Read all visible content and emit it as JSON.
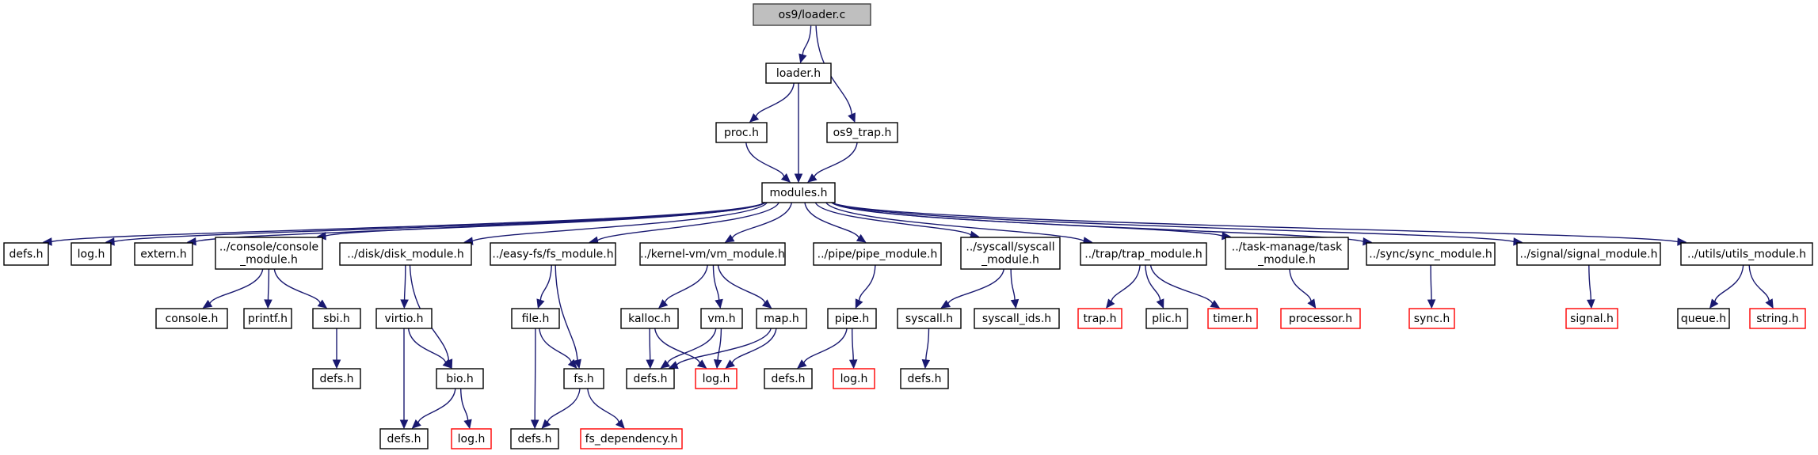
{
  "nodes": [
    {
      "id": "loader_c",
      "label": [
        "os9/loader.c"
      ],
      "type": "root"
    },
    {
      "id": "loader_h",
      "label": [
        "loader.h"
      ],
      "type": "normal"
    },
    {
      "id": "proc_h",
      "label": [
        "proc.h"
      ],
      "type": "normal"
    },
    {
      "id": "os9_trap_h",
      "label": [
        "os9_trap.h"
      ],
      "type": "normal"
    },
    {
      "id": "modules_h",
      "label": [
        "modules.h"
      ],
      "type": "normal"
    },
    {
      "id": "defs_h_1",
      "label": [
        "defs.h"
      ],
      "type": "normal"
    },
    {
      "id": "log_h_1",
      "label": [
        "log.h"
      ],
      "type": "normal"
    },
    {
      "id": "extern_h",
      "label": [
        "extern.h"
      ],
      "type": "normal"
    },
    {
      "id": "console_module",
      "label": [
        "../console/console",
        "_module.h"
      ],
      "type": "normal"
    },
    {
      "id": "disk_module",
      "label": [
        "../disk/disk_module.h"
      ],
      "type": "normal"
    },
    {
      "id": "fs_module",
      "label": [
        "../easy-fs/fs_module.h"
      ],
      "type": "normal"
    },
    {
      "id": "vm_module",
      "label": [
        "../kernel-vm/vm_module.h"
      ],
      "type": "normal"
    },
    {
      "id": "pipe_module",
      "label": [
        "../pipe/pipe_module.h"
      ],
      "type": "normal"
    },
    {
      "id": "syscall_module",
      "label": [
        "../syscall/syscall",
        "_module.h"
      ],
      "type": "normal"
    },
    {
      "id": "trap_module",
      "label": [
        "../trap/trap_module.h"
      ],
      "type": "normal"
    },
    {
      "id": "task_module",
      "label": [
        "../task-manage/task",
        "_module.h"
      ],
      "type": "normal"
    },
    {
      "id": "sync_module",
      "label": [
        "../sync/sync_module.h"
      ],
      "type": "normal"
    },
    {
      "id": "signal_module",
      "label": [
        "../signal/signal_module.h"
      ],
      "type": "normal"
    },
    {
      "id": "utils_module",
      "label": [
        "../utils/utils_module.h"
      ],
      "type": "normal"
    },
    {
      "id": "console_h",
      "label": [
        "console.h"
      ],
      "type": "normal"
    },
    {
      "id": "printf_h",
      "label": [
        "printf.h"
      ],
      "type": "normal"
    },
    {
      "id": "sbi_h",
      "label": [
        "sbi.h"
      ],
      "type": "normal"
    },
    {
      "id": "defs_h_sbi",
      "label": [
        "defs.h"
      ],
      "type": "normal"
    },
    {
      "id": "virtio_h",
      "label": [
        "virtio.h"
      ],
      "type": "normal"
    },
    {
      "id": "bio_h",
      "label": [
        "bio.h"
      ],
      "type": "normal"
    },
    {
      "id": "defs_h_disk",
      "label": [
        "defs.h"
      ],
      "type": "normal"
    },
    {
      "id": "log_h_bio",
      "label": [
        "log.h"
      ],
      "type": "missing"
    },
    {
      "id": "file_h",
      "label": [
        "file.h"
      ],
      "type": "normal"
    },
    {
      "id": "fs_h",
      "label": [
        "fs.h"
      ],
      "type": "normal"
    },
    {
      "id": "defs_h_fs",
      "label": [
        "defs.h"
      ],
      "type": "normal"
    },
    {
      "id": "fs_dependency_h",
      "label": [
        "fs_dependency.h"
      ],
      "type": "missing"
    },
    {
      "id": "kalloc_h",
      "label": [
        "kalloc.h"
      ],
      "type": "normal"
    },
    {
      "id": "vm_h",
      "label": [
        "vm.h"
      ],
      "type": "normal"
    },
    {
      "id": "map_h",
      "label": [
        "map.h"
      ],
      "type": "normal"
    },
    {
      "id": "defs_h_vm",
      "label": [
        "defs.h"
      ],
      "type": "normal"
    },
    {
      "id": "log_h_vm",
      "label": [
        "log.h"
      ],
      "type": "missing"
    },
    {
      "id": "pipe_h",
      "label": [
        "pipe.h"
      ],
      "type": "normal"
    },
    {
      "id": "defs_h_pipe",
      "label": [
        "defs.h"
      ],
      "type": "normal"
    },
    {
      "id": "log_h_pipe",
      "label": [
        "log.h"
      ],
      "type": "missing"
    },
    {
      "id": "syscall_h",
      "label": [
        "syscall.h"
      ],
      "type": "normal"
    },
    {
      "id": "syscall_ids_h",
      "label": [
        "syscall_ids.h"
      ],
      "type": "normal"
    },
    {
      "id": "defs_h_syscall",
      "label": [
        "defs.h"
      ],
      "type": "normal"
    },
    {
      "id": "trap_h",
      "label": [
        "trap.h"
      ],
      "type": "missing"
    },
    {
      "id": "plic_h",
      "label": [
        "plic.h"
      ],
      "type": "normal"
    },
    {
      "id": "timer_h",
      "label": [
        "timer.h"
      ],
      "type": "missing"
    },
    {
      "id": "processor_h",
      "label": [
        "processor.h"
      ],
      "type": "missing"
    },
    {
      "id": "sync_h",
      "label": [
        "sync.h"
      ],
      "type": "missing"
    },
    {
      "id": "signal_h",
      "label": [
        "signal.h"
      ],
      "type": "missing"
    },
    {
      "id": "queue_h",
      "label": [
        "queue.h"
      ],
      "type": "normal"
    },
    {
      "id": "string_h",
      "label": [
        "string.h"
      ],
      "type": "missing"
    }
  ],
  "edges": [
    [
      "loader_c",
      "loader_h"
    ],
    [
      "loader_c",
      "os9_trap_h"
    ],
    [
      "loader_h",
      "proc_h"
    ],
    [
      "loader_h",
      "modules_h"
    ],
    [
      "proc_h",
      "modules_h"
    ],
    [
      "os9_trap_h",
      "modules_h"
    ],
    [
      "modules_h",
      "defs_h_1"
    ],
    [
      "modules_h",
      "log_h_1"
    ],
    [
      "modules_h",
      "extern_h"
    ],
    [
      "modules_h",
      "console_module"
    ],
    [
      "modules_h",
      "disk_module"
    ],
    [
      "modules_h",
      "fs_module"
    ],
    [
      "modules_h",
      "vm_module"
    ],
    [
      "modules_h",
      "pipe_module"
    ],
    [
      "modules_h",
      "syscall_module"
    ],
    [
      "modules_h",
      "trap_module"
    ],
    [
      "modules_h",
      "task_module"
    ],
    [
      "modules_h",
      "sync_module"
    ],
    [
      "modules_h",
      "signal_module"
    ],
    [
      "modules_h",
      "utils_module"
    ],
    [
      "console_module",
      "console_h"
    ],
    [
      "console_module",
      "printf_h"
    ],
    [
      "console_module",
      "sbi_h"
    ],
    [
      "sbi_h",
      "defs_h_sbi"
    ],
    [
      "disk_module",
      "virtio_h"
    ],
    [
      "disk_module",
      "bio_h"
    ],
    [
      "virtio_h",
      "bio_h"
    ],
    [
      "virtio_h",
      "defs_h_disk"
    ],
    [
      "bio_h",
      "defs_h_disk"
    ],
    [
      "bio_h",
      "log_h_bio"
    ],
    [
      "fs_module",
      "file_h"
    ],
    [
      "fs_module",
      "fs_h"
    ],
    [
      "file_h",
      "fs_h"
    ],
    [
      "file_h",
      "defs_h_fs"
    ],
    [
      "fs_h",
      "defs_h_fs"
    ],
    [
      "fs_h",
      "fs_dependency_h"
    ],
    [
      "vm_module",
      "kalloc_h"
    ],
    [
      "vm_module",
      "vm_h"
    ],
    [
      "vm_module",
      "map_h"
    ],
    [
      "kalloc_h",
      "defs_h_vm"
    ],
    [
      "kalloc_h",
      "log_h_vm"
    ],
    [
      "vm_h",
      "defs_h_vm"
    ],
    [
      "vm_h",
      "log_h_vm"
    ],
    [
      "map_h",
      "defs_h_vm"
    ],
    [
      "map_h",
      "log_h_vm"
    ],
    [
      "pipe_module",
      "pipe_h"
    ],
    [
      "pipe_h",
      "defs_h_pipe"
    ],
    [
      "pipe_h",
      "log_h_pipe"
    ],
    [
      "syscall_module",
      "syscall_h"
    ],
    [
      "syscall_module",
      "syscall_ids_h"
    ],
    [
      "syscall_h",
      "defs_h_syscall"
    ],
    [
      "trap_module",
      "trap_h"
    ],
    [
      "trap_module",
      "plic_h"
    ],
    [
      "trap_module",
      "timer_h"
    ],
    [
      "task_module",
      "processor_h"
    ],
    [
      "sync_module",
      "sync_h"
    ],
    [
      "signal_module",
      "signal_h"
    ],
    [
      "utils_module",
      "queue_h"
    ],
    [
      "utils_module",
      "string_h"
    ]
  ]
}
